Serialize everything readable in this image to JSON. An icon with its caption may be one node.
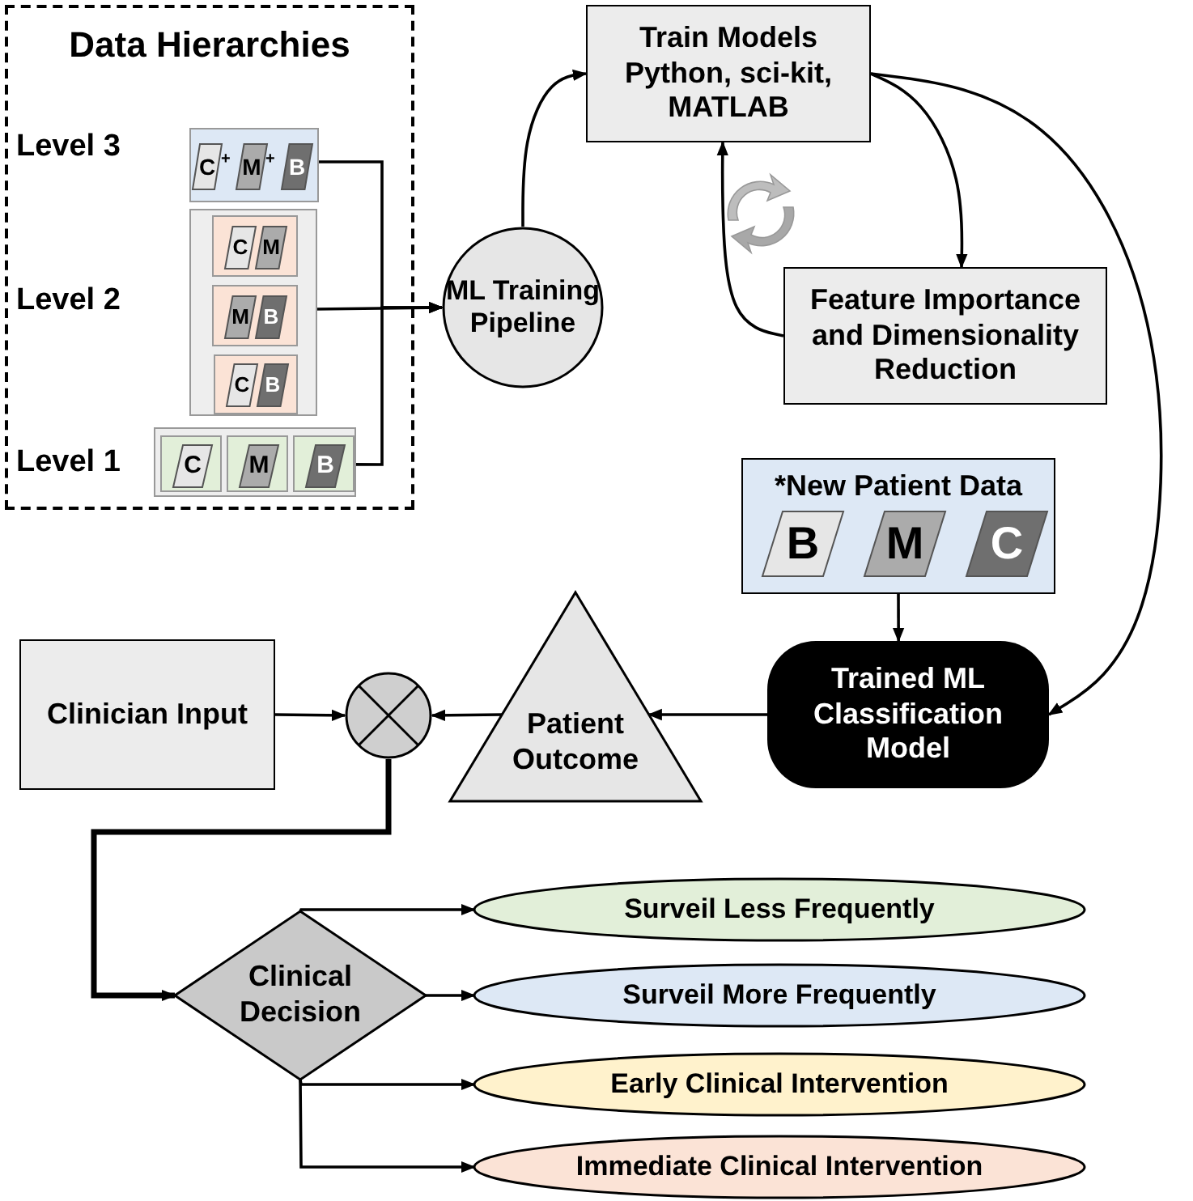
{
  "diagram": {
    "nodes": [
      {
        "text": [
          "Data Hierarchies"
        ]
      },
      {
        "text": [],
        "shape": "box",
        "in": 0
      },
      {
        "text": [
          "C"
        ],
        "in": 1
      },
      {
        "text": [
          "M"
        ],
        "in": 1
      },
      {
        "text": [
          "B"
        ],
        "in": 1
      },
      {
        "text": [],
        "shape": "box",
        "in": 0
      },
      {
        "text": [],
        "shape": "box",
        "in": 5
      },
      {
        "text": [
          "C"
        ],
        "in": 6
      },
      {
        "text": [
          "M"
        ],
        "in": 6
      },
      {
        "text": [],
        "shape": "box",
        "in": 5
      },
      {
        "text": [
          "M"
        ],
        "in": 9
      },
      {
        "text": [
          "B"
        ],
        "in": 9
      },
      {
        "text": [],
        "shape": "box",
        "in": 5
      },
      {
        "text": [
          "C"
        ],
        "in": 12
      },
      {
        "text": [
          "B"
        ],
        "in": 12
      },
      {
        "text": [],
        "shape": "box",
        "in": 0
      },
      {
        "text": [],
        "shape": "box",
        "in": 15
      },
      {
        "text": [
          "C"
        ],
        "in": 16
      },
      {
        "text": [],
        "shape": "box",
        "in": 15
      },
      {
        "text": [
          "M"
        ],
        "in": 18
      },
      {
        "text": [],
        "shape": "box",
        "in": 15
      },
      {
        "text": [
          "B"
        ],
        "in": 20
      },
      {
        "text": [
          "ML Training Pipeline"
        ]
      },
      {
        "text": [
          "Train Models Python, sci-kit, MATLAB"
        ]
      },
      {
        "text": [
          "Feature Importance and Dimensionality Reduction"
        ]
      },
      {
        "text": [
          "*New Patient Data"
        ]
      },
      {
        "text": [
          "B"
        ],
        "in": 25
      },
      {
        "text": [
          "M"
        ],
        "in": 25
      },
      {
        "text": [
          "C"
        ],
        "in": 25
      },
      {
        "text": [
          "Trained ML Classification Model"
        ]
      },
      {
        "text": [
          "Patient Outcome"
        ]
      },
      {
        "text": [],
        "shape": "circle"
      },
      {
        "text": [
          "Clinician Input"
        ]
      },
      {
        "text": [
          "Clinical Decision"
        ]
      },
      {
        "text": [
          "Surveil Less Frequently"
        ]
      },
      {
        "text": [
          "Surveil More Frequently"
        ]
      },
      {
        "text": [
          "Early Clinical Intervention"
        ]
      },
      {
        "text": [
          "Immediate Clinical Intervention"
        ]
      }
    ],
    "edges": [
      {
        "from": 1,
        "to": 22,
        "arrow": "to"
      },
      {
        "from": 5,
        "to": 22,
        "arrow": "to"
      },
      {
        "from": 15,
        "to": 22,
        "arrow": "to"
      },
      {
        "from": 22,
        "to": 23,
        "arrow": "to"
      },
      {
        "from": 23,
        "to": 24,
        "arrow": "to"
      },
      {
        "from": 24,
        "to": 23,
        "arrow": "to"
      },
      {
        "from": 23,
        "to": 29,
        "arrow": "to"
      },
      {
        "from": 25,
        "to": 29,
        "arrow": "to"
      },
      {
        "from": 29,
        "to": 30,
        "arrow": "to"
      },
      {
        "from": 30,
        "to": 31,
        "arrow": "to"
      },
      {
        "from": 32,
        "to": 31,
        "arrow": "to"
      },
      {
        "from": 31,
        "to": 33,
        "arrow": "to",
        "style": "thick"
      },
      {
        "from": 33,
        "to": 34,
        "arrow": "to"
      },
      {
        "from": 33,
        "to": 35,
        "arrow": "to"
      },
      {
        "from": 33,
        "to": 36,
        "arrow": "to"
      },
      {
        "from": 33,
        "to": 37,
        "arrow": "to"
      }
    ],
    "labels": [
      "Level 3",
      "+",
      "+",
      "Level 2",
      "Level 1"
    ]
  }
}
